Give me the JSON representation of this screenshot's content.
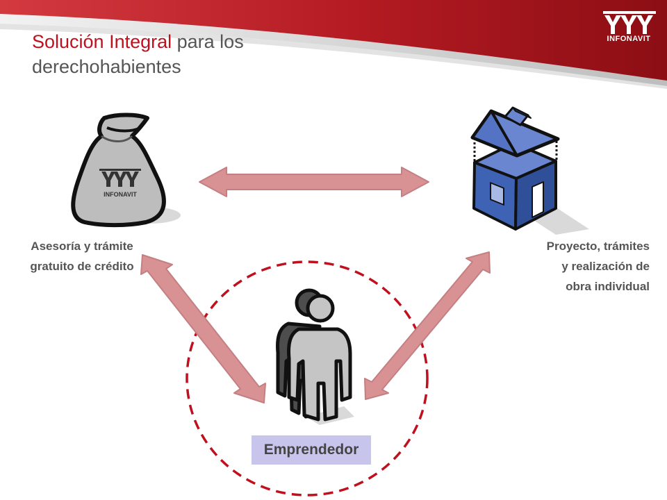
{
  "slide": {
    "title_accent": "Solución Integral",
    "title_rest": " para los derechohabientes",
    "logo_text": "INFONAVIT"
  },
  "diagram": {
    "left_label_line1": "Asesoría y trámite",
    "left_label_line2": "gratuito de crédito",
    "right_label_line1": "Proyecto, trámites",
    "right_label_line2": "y realización de",
    "right_label_line3": "obra individual",
    "center_label": "Emprendedor",
    "bag_logo_text": "INFONAVIT"
  },
  "colors": {
    "banner_red": "#b2161e",
    "title_accent": "#c0101e",
    "arrow_fill": "#d99294",
    "arrow_stroke": "#c47f82",
    "circle_dash": "#c0101e",
    "house_blue": "#3f63b4",
    "bag_gray": "#bdbdbd",
    "person_gray": "#c5c5c5",
    "emprendedor_box": "#c7c5ec"
  },
  "icons": [
    "money-bag-icon",
    "house-icon",
    "person-icon",
    "infonavit-logo-icon"
  ]
}
